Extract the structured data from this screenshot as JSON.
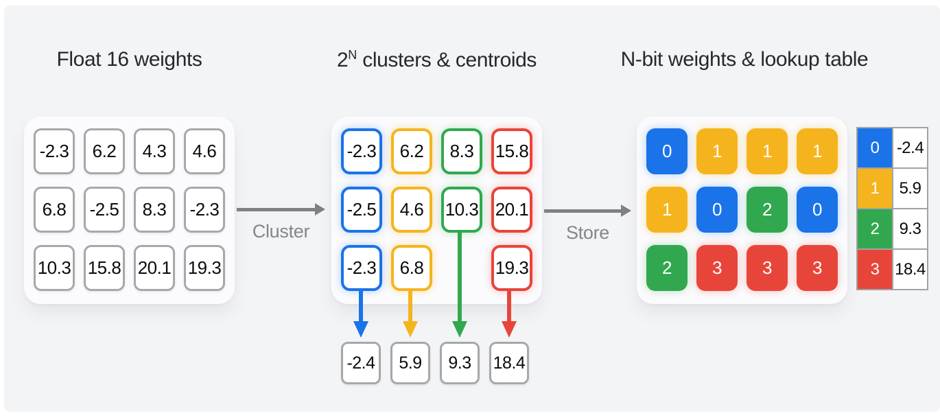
{
  "titles": {
    "panel1": "Float 16 weights",
    "panel2_base": "2",
    "panel2_sup": "N",
    "panel2_rest": " clusters & centroids",
    "panel3": "N-bit weights & lookup table"
  },
  "arrows": {
    "cluster_label": "Cluster",
    "store_label": "Store"
  },
  "float_weights": {
    "grid": [
      [
        "-2.3",
        "6.2",
        "4.3",
        "4.6"
      ],
      [
        "6.8",
        "-2.5",
        "8.3",
        "-2.3"
      ],
      [
        "10.3",
        "15.8",
        "20.1",
        "19.3"
      ]
    ]
  },
  "clusters": {
    "grid": [
      [
        {
          "v": "-2.3",
          "c": "blue"
        },
        {
          "v": "6.2",
          "c": "yellow"
        },
        {
          "v": "8.3",
          "c": "green"
        },
        {
          "v": "15.8",
          "c": "red"
        }
      ],
      [
        {
          "v": "-2.5",
          "c": "blue"
        },
        {
          "v": "4.6",
          "c": "yellow"
        },
        {
          "v": "10.3",
          "c": "green"
        },
        {
          "v": "20.1",
          "c": "red"
        }
      ],
      [
        {
          "v": "-2.3",
          "c": "blue"
        },
        {
          "v": "6.8",
          "c": "yellow"
        },
        null,
        {
          "v": "19.3",
          "c": "red"
        }
      ]
    ],
    "arrow_colors": [
      "blue",
      "yellow",
      "green",
      "red"
    ],
    "centroids": [
      "-2.4",
      "5.9",
      "9.3",
      "18.4"
    ]
  },
  "nbit": {
    "grid": [
      [
        {
          "v": "0",
          "c": "blue"
        },
        {
          "v": "1",
          "c": "yellow"
        },
        {
          "v": "1",
          "c": "yellow"
        },
        {
          "v": "1",
          "c": "yellow"
        }
      ],
      [
        {
          "v": "1",
          "c": "yellow"
        },
        {
          "v": "0",
          "c": "blue"
        },
        {
          "v": "2",
          "c": "green"
        },
        {
          "v": "0",
          "c": "blue"
        }
      ],
      [
        {
          "v": "2",
          "c": "green"
        },
        {
          "v": "3",
          "c": "red"
        },
        {
          "v": "3",
          "c": "red"
        },
        {
          "v": "3",
          "c": "red"
        }
      ]
    ],
    "lookup": [
      {
        "index": "0",
        "color": "blue",
        "value": "-2.4"
      },
      {
        "index": "1",
        "color": "yellow",
        "value": "5.9"
      },
      {
        "index": "2",
        "color": "green",
        "value": "9.3"
      },
      {
        "index": "3",
        "color": "red",
        "value": "18.4"
      }
    ]
  },
  "colors": {
    "blue": "#1A73E8",
    "yellow": "#F5B41E",
    "green": "#31A84F",
    "red": "#E8453A",
    "background": "#F3F4F6",
    "card": "#FBFBFD",
    "arrow_gray": "#808186"
  }
}
